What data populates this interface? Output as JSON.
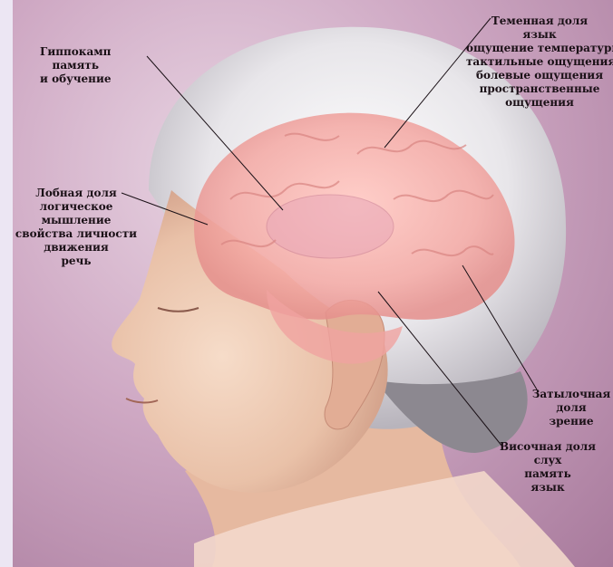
{
  "labels": {
    "hippocampus": {
      "title": "Гиппокамп",
      "lines": [
        "память",
        "и обучение"
      ]
    },
    "parietal": {
      "title": "Теменная доля",
      "lines": [
        "язык",
        "ощущение температуры",
        "тактильные ощущения",
        "болевые ощущения",
        "пространственные",
        "ощущения"
      ]
    },
    "frontal": {
      "title": "Лобная доля",
      "lines": [
        "логическое",
        "мышление",
        "свойства личности",
        "движения",
        "речь"
      ]
    },
    "occipital": {
      "title": "Затылочная",
      "lines": [
        "доля",
        "зрение"
      ]
    },
    "temporal": {
      "title": "Височная доля",
      "lines": [
        "слух",
        "память",
        "язык"
      ]
    }
  }
}
